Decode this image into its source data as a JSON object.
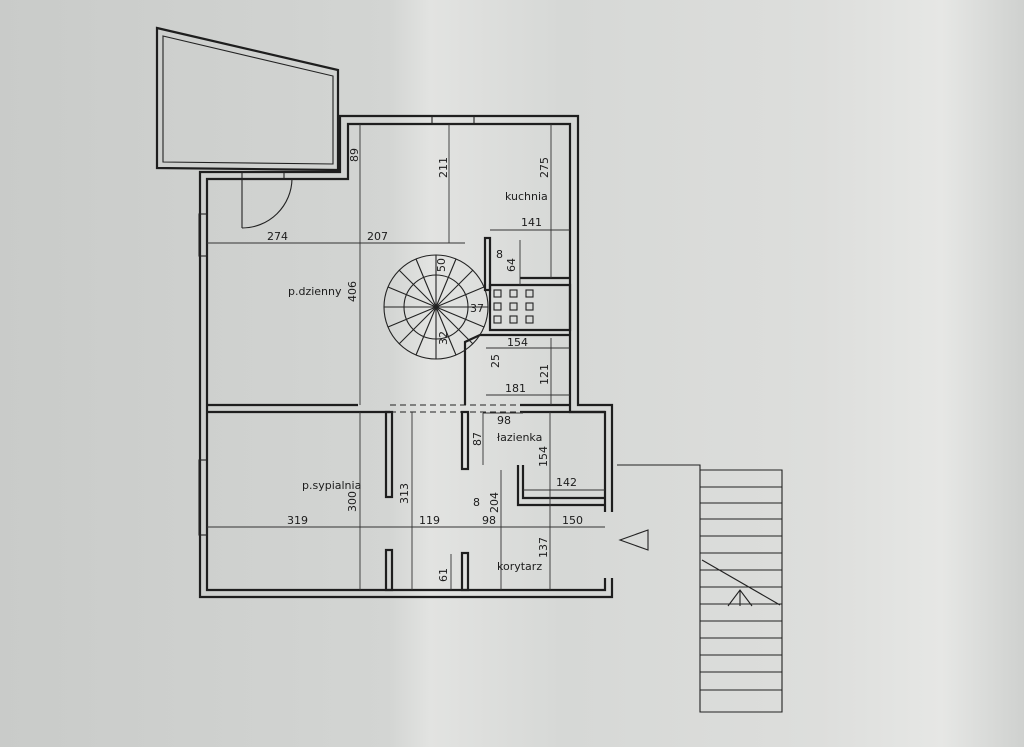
{
  "rooms": {
    "kitchen": "kuchnia",
    "living_room": "p.dzienny",
    "bathroom": "łazienka",
    "bedroom": "p.sypialnia",
    "corridor": "korytarz"
  },
  "dimensions": {
    "d89": "89",
    "d211": "211",
    "d275": "275",
    "d141": "141",
    "d274": "274",
    "d207": "207",
    "d8a": "8",
    "d64": "64",
    "d406": "406",
    "d50": "50",
    "d37": "37",
    "d32": "32",
    "d154a": "154",
    "d25": "25",
    "d121": "121",
    "d181": "181",
    "d98a": "98",
    "d87": "87",
    "d154b": "154",
    "d142": "142",
    "d300": "300",
    "d313": "313",
    "d8b": "8",
    "d204": "204",
    "d319": "319",
    "d119": "119",
    "d98b": "98",
    "d150": "150",
    "d137": "137",
    "d61": "61"
  }
}
